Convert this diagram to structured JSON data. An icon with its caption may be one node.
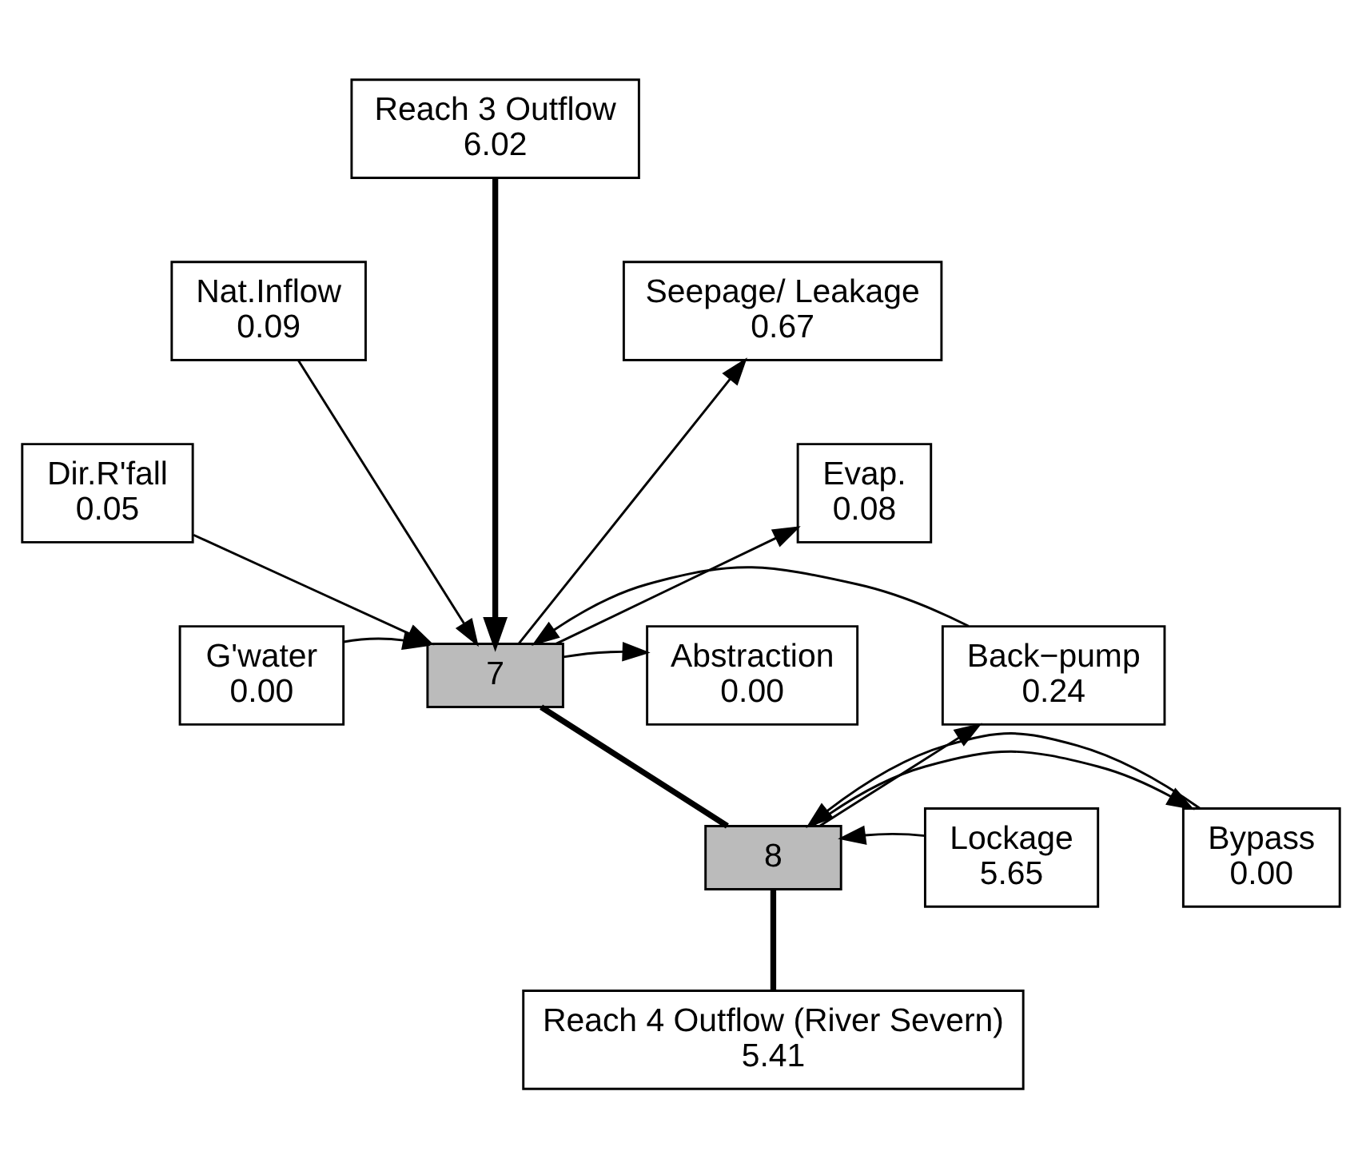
{
  "diagram": {
    "nodes": [
      {
        "text": [
          "Reach 3 Outflow",
          "6.02"
        ]
      },
      {
        "text": [
          "Nat.Inflow",
          "0.09"
        ]
      },
      {
        "text": [
          "Seepage/ Leakage",
          "0.67"
        ]
      },
      {
        "text": [
          "Dir.R'fall",
          "0.05"
        ]
      },
      {
        "text": [
          "Evap.",
          "0.08"
        ]
      },
      {
        "text": [
          "G'water",
          "0.00"
        ]
      },
      {
        "text": [
          "7"
        ]
      },
      {
        "text": [
          "Abstraction",
          "0.00"
        ]
      },
      {
        "text": [
          "Back−pump",
          "0.24"
        ]
      },
      {
        "text": [
          "Bypass",
          "0.00"
        ]
      },
      {
        "text": [
          "8"
        ]
      },
      {
        "text": [
          "Lockage",
          "5.65"
        ]
      },
      {
        "text": [
          "Reach 4 Outflow (River Severn)",
          "5.41"
        ]
      }
    ],
    "edges": [
      {
        "from": 0,
        "to": 6,
        "arrow": "to",
        "style": "thick"
      },
      {
        "from": 1,
        "to": 6,
        "arrow": "to"
      },
      {
        "from": 3,
        "to": 6,
        "arrow": "to"
      },
      {
        "from": 5,
        "to": 6,
        "arrow": "to"
      },
      {
        "from": 6,
        "to": 2,
        "arrow": "to"
      },
      {
        "from": 6,
        "to": 4,
        "arrow": "to"
      },
      {
        "from": 6,
        "to": 7,
        "arrow": "to"
      },
      {
        "from": 8,
        "to": 6,
        "arrow": "to"
      },
      {
        "from": 6,
        "to": 10,
        "arrow": "none",
        "style": "thick"
      },
      {
        "from": 10,
        "to": 9,
        "arrow": "to"
      },
      {
        "from": 9,
        "to": 10,
        "arrow": "to"
      },
      {
        "from": 11,
        "to": 10,
        "arrow": "to"
      },
      {
        "from": 10,
        "to": 8,
        "arrow": "to"
      },
      {
        "from": 10,
        "to": 12,
        "arrow": "none",
        "style": "thick"
      }
    ]
  }
}
